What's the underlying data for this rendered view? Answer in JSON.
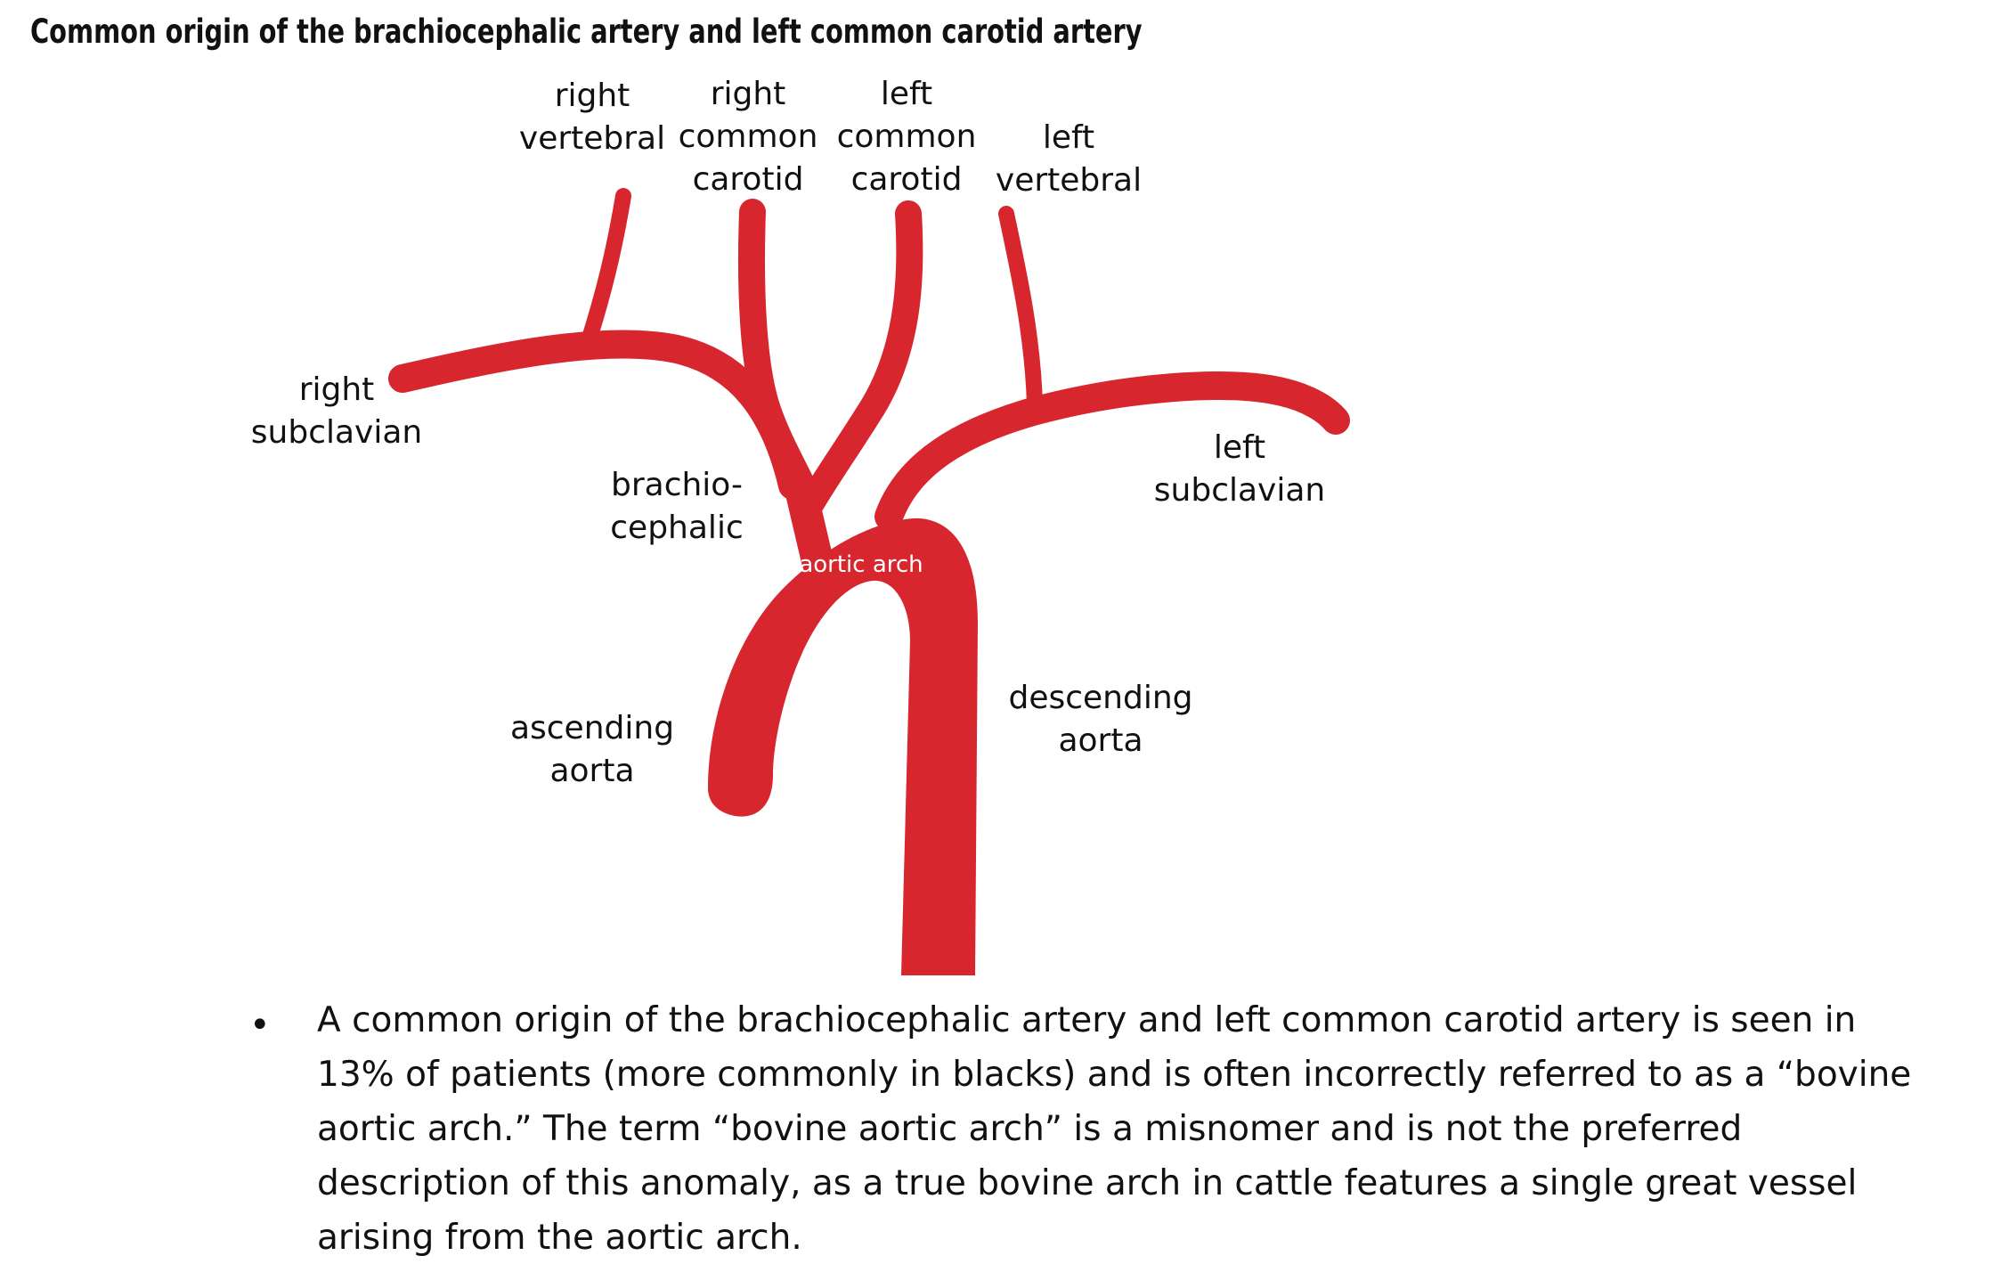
{
  "title": "Common origin of the brachiocephalic artery and left common carotid artery",
  "colors": {
    "vessel": "#D8262E",
    "text": "#111111",
    "arch_label": "#ffffff"
  },
  "labels": {
    "right_vertebral": [
      "right",
      "vertebral"
    ],
    "right_common_carotid": [
      "right",
      "common",
      "carotid"
    ],
    "left_common_carotid": [
      "left",
      "common",
      "carotid"
    ],
    "left_vertebral": [
      "left",
      "vertebral"
    ],
    "right_subclavian": [
      "right",
      "subclavian"
    ],
    "left_subclavian": [
      "left",
      "subclavian"
    ],
    "brachiocephalic": [
      "brachio-",
      "cephalic"
    ],
    "aortic_arch": "aortic arch",
    "ascending_aorta": [
      "ascending",
      "aorta"
    ],
    "descending_aorta": [
      "descending",
      "aorta"
    ]
  },
  "bullet": {
    "symbol": "•",
    "text": "A common origin of the brachiocephalic artery and left common carotid artery is seen in 13% of patients (more commonly in blacks) and is often incorrectly referred to as a “bovine aortic arch.” The term “bovine aortic arch” is a misnomer and is not the preferred description of this anomaly, as a true bovine arch in cattle features a single great vessel arising from the aortic arch."
  }
}
